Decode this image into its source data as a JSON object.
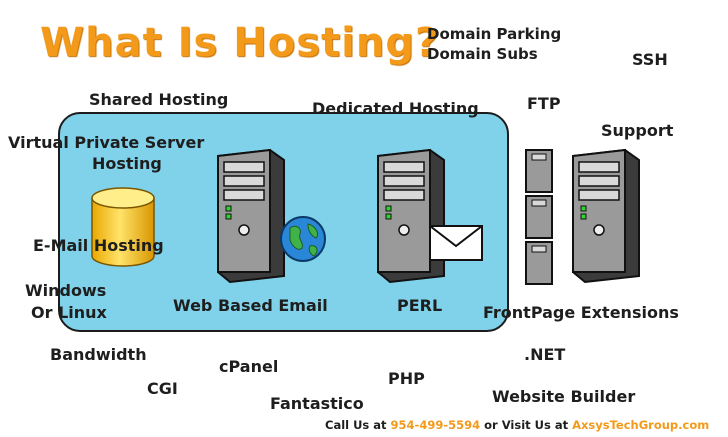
{
  "title": "What Is Hosting?",
  "labels": {
    "domain_parking": "Domain Parking",
    "domain_subs": "Domain Subs",
    "ssh": "SSH",
    "shared_hosting": "Shared Hosting",
    "dedicated_hosting": "Dedicated Hosting",
    "ftp": "FTP",
    "support": "Support",
    "vps_line1": "Virtual Private Server",
    "vps_line2": "Hosting",
    "email_hosting": "E-Mail Hosting",
    "windows_line1": "Windows",
    "windows_line2": "Or Linux",
    "web_based_email": "Web Based Email",
    "perl": "PERL",
    "frontpage": "FrontPage Extensions",
    "bandwidth": "Bandwidth",
    "cpanel": "cPanel",
    "net": ".NET",
    "php": "PHP",
    "cgi": "CGI",
    "website_builder": "Website Builder",
    "fantastico": "Fantastico"
  },
  "footer": {
    "call_prefix": "Call Us at ",
    "phone": "954-499-5594",
    "visit_text": " or Visit Us at ",
    "website": "AxsysTechGroup.com"
  },
  "icons": [
    "server-tower-icon",
    "database-cylinder-icon",
    "globe-icon",
    "envelope-icon",
    "rack-server-icon"
  ],
  "colors": {
    "title": "#f39a1b",
    "box_fill": "#7fd2ea",
    "database": "#f5c518",
    "footer_highlight": "#f39a1b"
  }
}
